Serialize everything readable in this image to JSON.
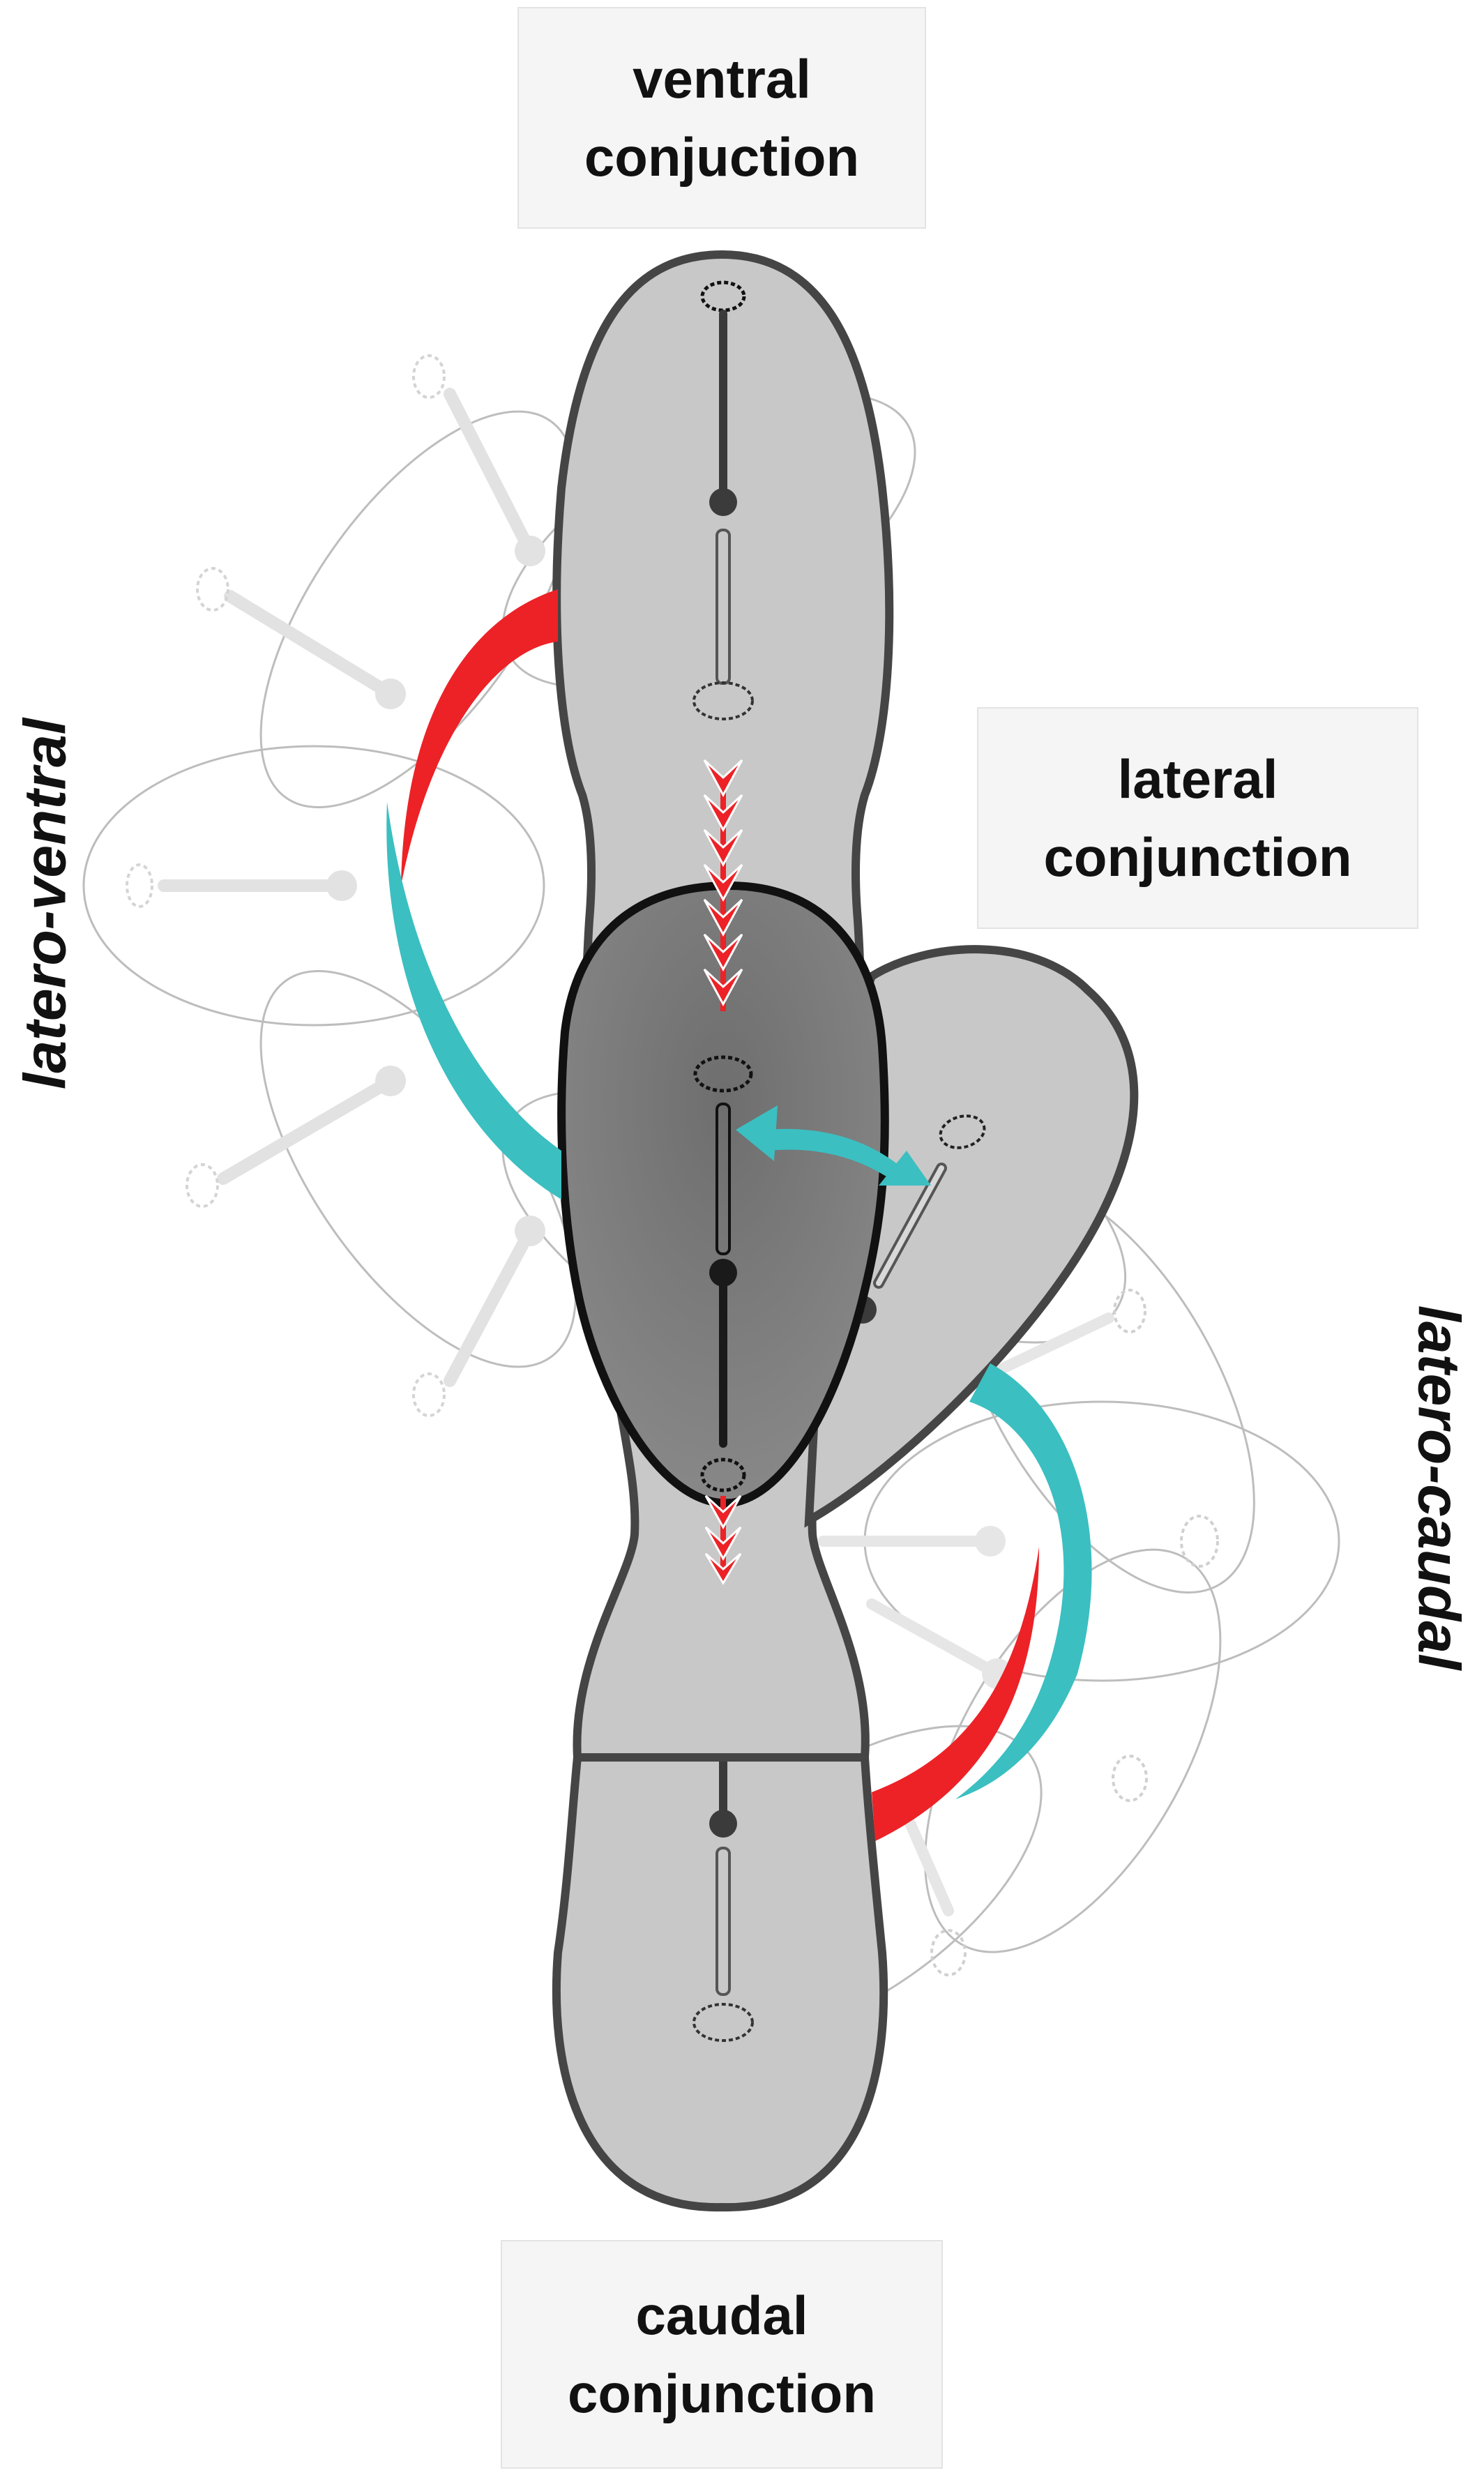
{
  "labels": {
    "ventral": {
      "line1": "ventral",
      "line2": "conjuction"
    },
    "lateral": {
      "line1": "lateral",
      "line2": "conjunction"
    },
    "caudal": {
      "line1": "caudal",
      "line2": "conjunction"
    },
    "latero_ventral": "latero-ventral",
    "latero_caudal": "latero-caudal"
  },
  "colors": {
    "cell_light": "#c8c8c8",
    "cell_dark": "#777777",
    "outline": "#444444",
    "ghost_outline": "#bdbdbd",
    "ghost_fill": "#e6e6e6",
    "red_arrow": "#ec2227",
    "teal_arrow": "#3bbfc1",
    "label_box": "#f4f5f4"
  }
}
